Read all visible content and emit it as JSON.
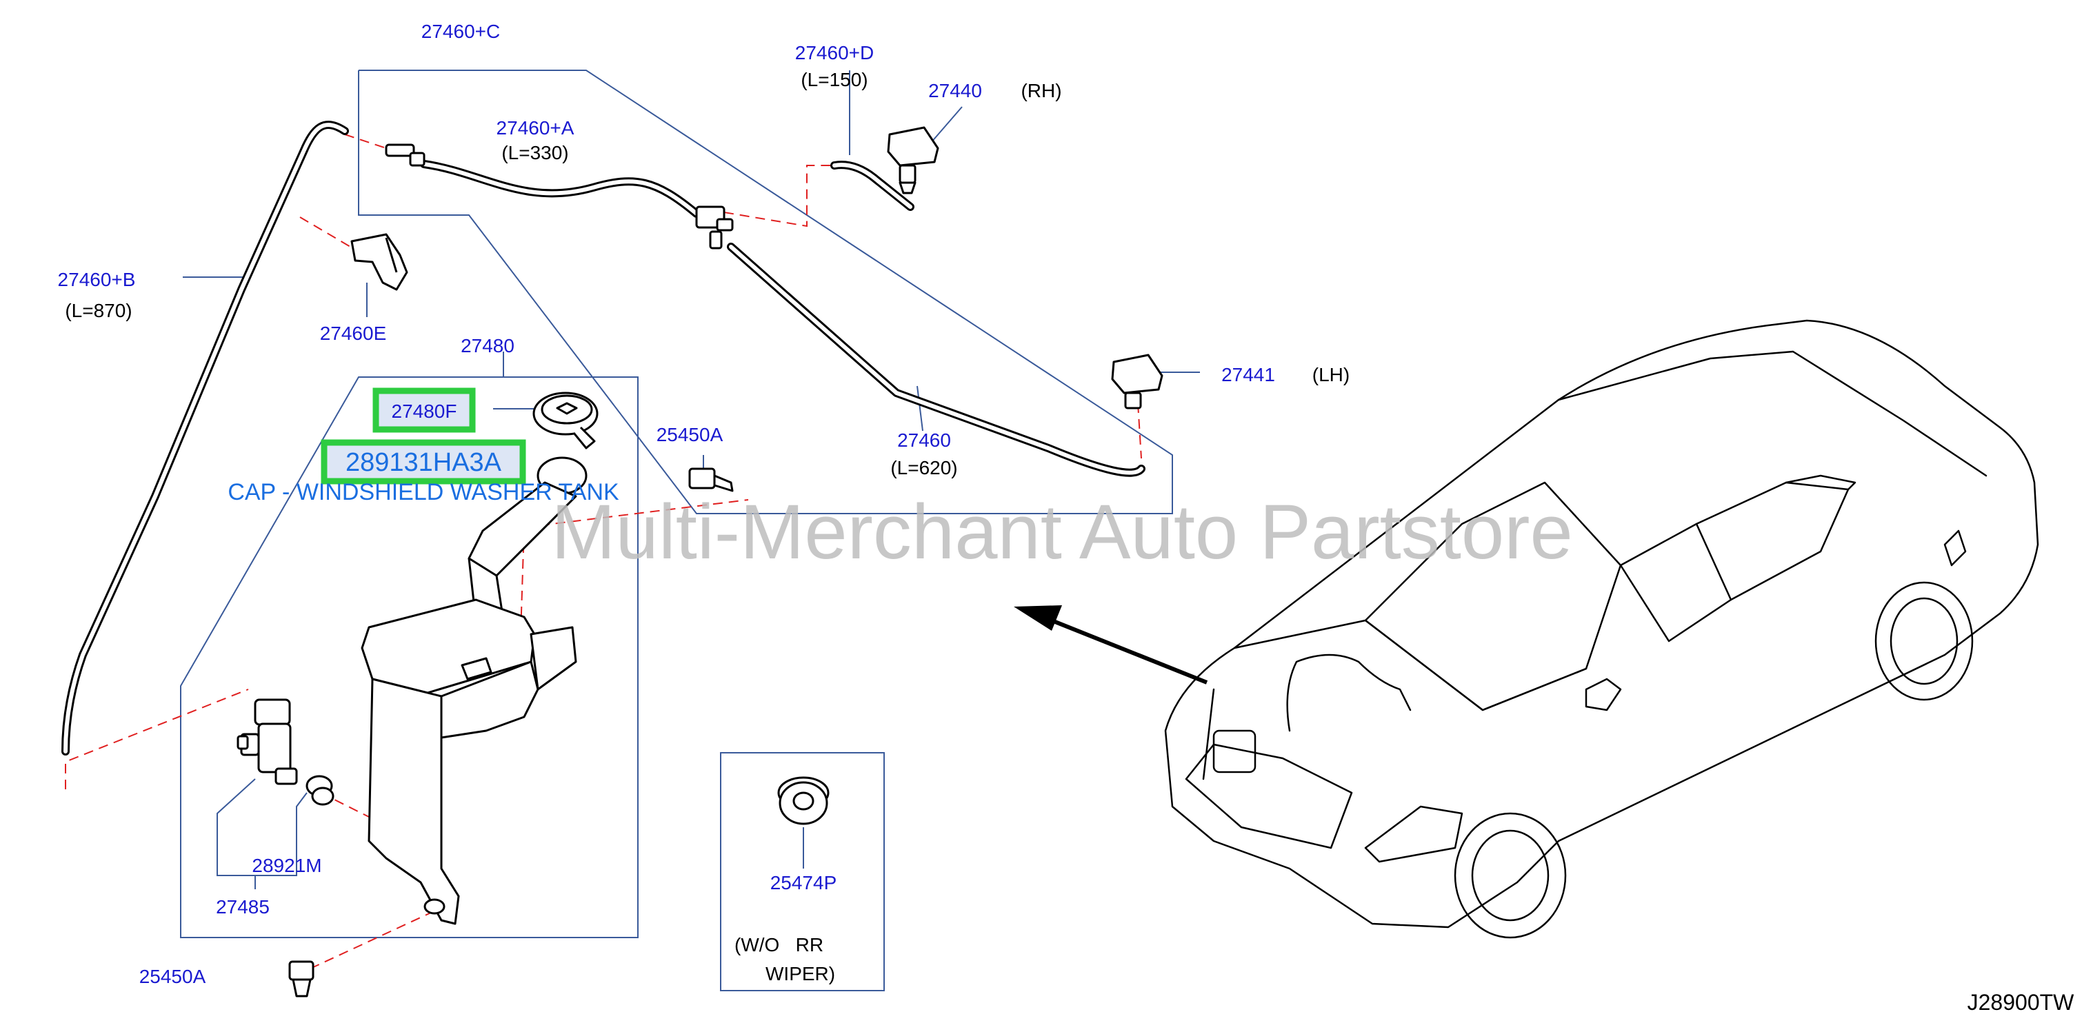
{
  "labels": {
    "p27460c": "27460+C",
    "p27460d": "27460+D",
    "p27460d_len": "(L=150)",
    "p27440": "27440",
    "p27440_side": "(RH)",
    "p27460a": "27460+A",
    "p27460a_len": "(L=330)",
    "p27460b": "27460+B",
    "p27460b_len": "(L=870)",
    "p27460e": "27460E",
    "p27480": "27480",
    "p27480f": "27480F",
    "p289131": "289131HA3A",
    "cap_desc": "CAP - WINDSHIELD WASHER TANK",
    "p27441": "27441",
    "p27441_side": "(LH)",
    "p25450a_top": "25450A",
    "p27460": "27460",
    "p27460_len": "(L=620)",
    "p28921m": "28921M",
    "p27485": "27485",
    "p25450a_bottom": "25450A",
    "p25474p": "25474P",
    "wo_line1": "(W/O   RR",
    "wo_line2": "WIPER)",
    "diagram_code": "J28900TW"
  },
  "watermark": "Multi-Merchant Auto Partstore",
  "colors": {
    "part_number": "#1a1ad0",
    "leader": "#3a5a9a",
    "dashed_leader": "#e02020",
    "highlight": "#2ecc40",
    "highlight_text": "#1a6ee0",
    "watermark": "#bdbdbd"
  }
}
